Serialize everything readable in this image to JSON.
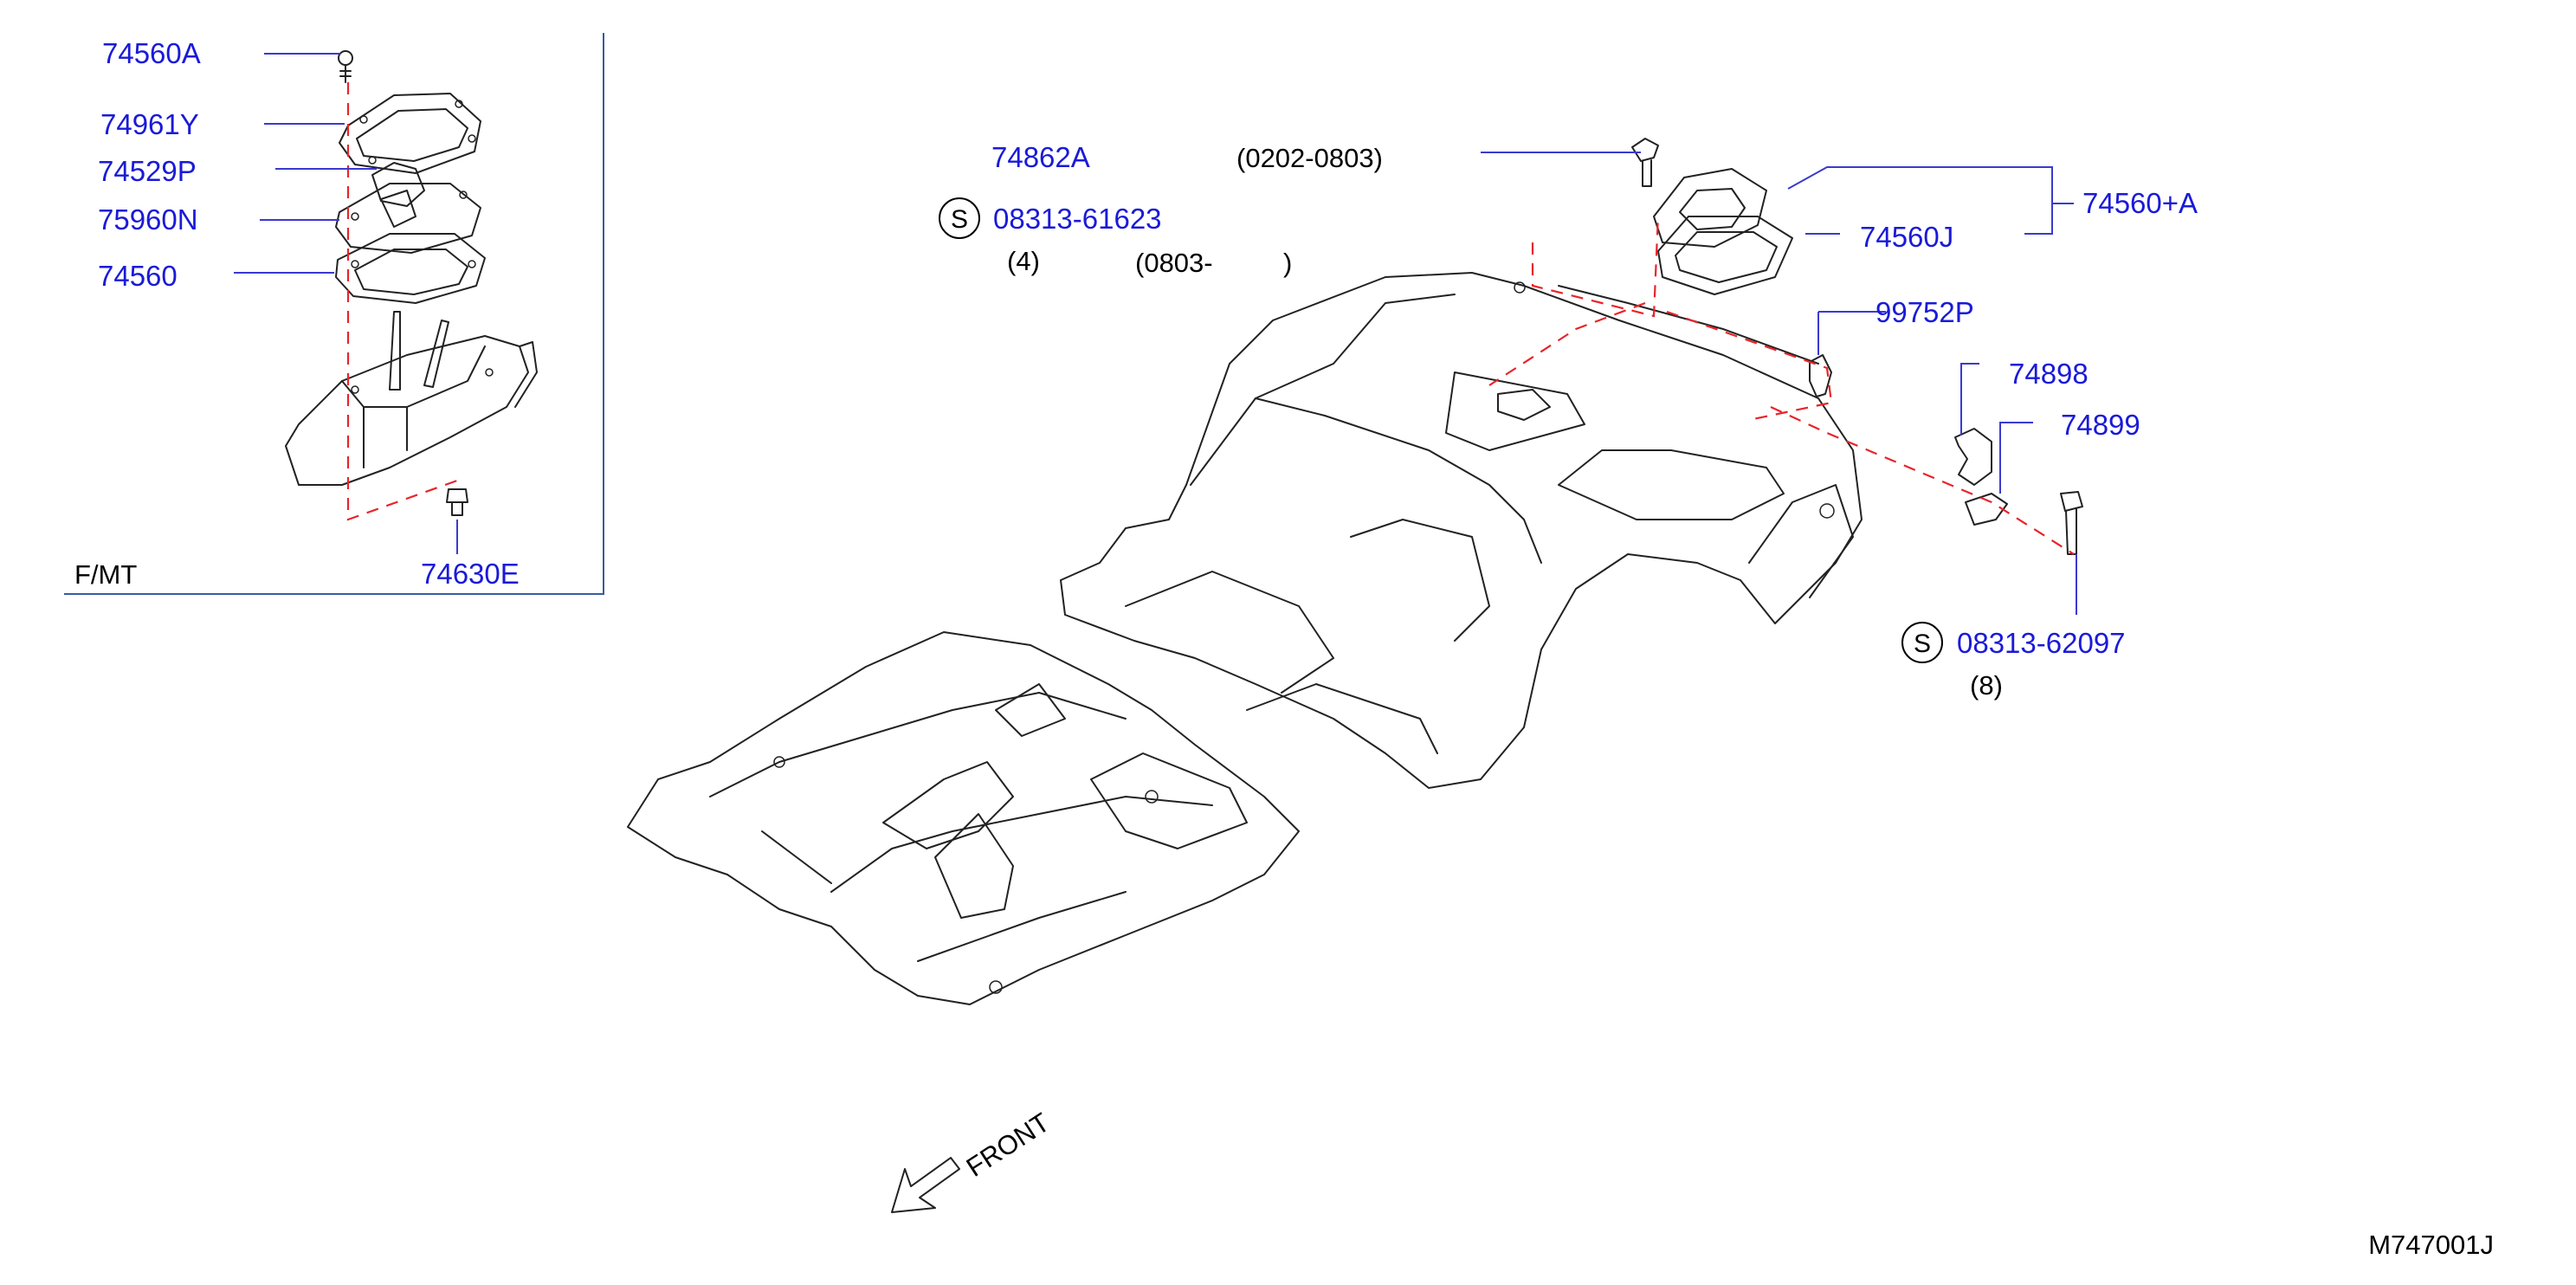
{
  "colors": {
    "part_number": "#1a1ad8",
    "leader_line": "#3a3ad0",
    "dashed_line": "#e8242a",
    "drawing": "#222222",
    "frame": "#3a5aa0"
  },
  "inset": {
    "label": "F/MT",
    "parts": {
      "p74560A": "74560A",
      "p74961Y": "74961Y",
      "p74529P": "74529P",
      "p75960N": "75960N",
      "p74560": "74560",
      "p74630E": "74630E"
    }
  },
  "main": {
    "parts": {
      "p74862A": "74862A",
      "p74862A_note": "(0202-0803)",
      "s1_number": "08313-61623",
      "s1_qty": "(4)",
      "s1_note_start": "(0803-",
      "s1_note_end": ")",
      "p74560J": "74560J",
      "p74560plusA": "74560+A",
      "p99752P": "99752P",
      "p74898": "74898",
      "p74899": "74899",
      "s2_number": "08313-62097",
      "s2_qty": "(8)"
    },
    "standard_marker": "S",
    "front_label": "FRONT",
    "front_icon": "front-arrow-icon"
  },
  "diagram_code": "M747001J"
}
